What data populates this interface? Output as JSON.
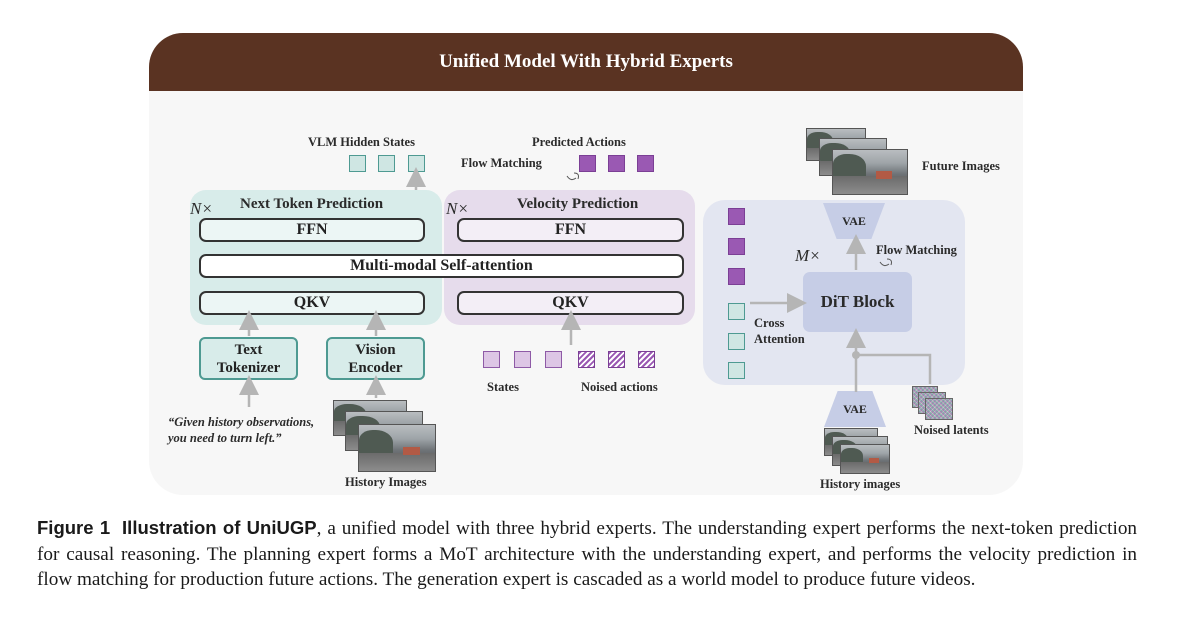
{
  "panel": {
    "title": "Unified Model With Hybrid Experts",
    "header_color": "#5a3322",
    "background": "#f7f7f7"
  },
  "understanding": {
    "repeat": "N×",
    "region_title": "Next Token Prediction",
    "ffn": "FFN",
    "qkv": "QKV",
    "output_label": "VLM Hidden States",
    "text_tokenizer": [
      "Text",
      "Tokenizer"
    ],
    "vision_encoder": [
      "Vision",
      "Encoder"
    ],
    "instruction": [
      "“Given history observations,",
      "you need to turn left.”"
    ],
    "history_label": "History Images",
    "color": "#d8ecea"
  },
  "shared": {
    "attention": "Multi-modal Self-attention"
  },
  "planning": {
    "repeat": "N×",
    "region_title": "Velocity Prediction",
    "ffn": "FFN",
    "qkv": "QKV",
    "output_label": "Predicted Actions",
    "flow_matching": "Flow Matching",
    "states_label": "States",
    "noised_actions_label": "Noised actions",
    "color": "#e6dcec"
  },
  "generation": {
    "repeat": "M×",
    "dit_block": "DiT Block",
    "vae_top": "VAE",
    "vae_bottom": "VAE",
    "flow_matching": "Flow Matching",
    "cross_attention": [
      "Cross",
      "Attention"
    ],
    "future_images_label": "Future Images",
    "noised_latents_label": "Noised latents",
    "history_label": "History images",
    "color": "#e3e6f1"
  },
  "caption": {
    "figure_number": "Figure 1",
    "figure_title": "Illustration of UniUGP",
    "text": ", a unified model with three hybrid experts. The understanding expert performs the next-token prediction for causal reasoning. The planning expert forms a MoT architecture with the understanding expert, and performs the velocity prediction in flow matching for production future actions. The generation expert is cascaded as a world model to produce future videos."
  }
}
